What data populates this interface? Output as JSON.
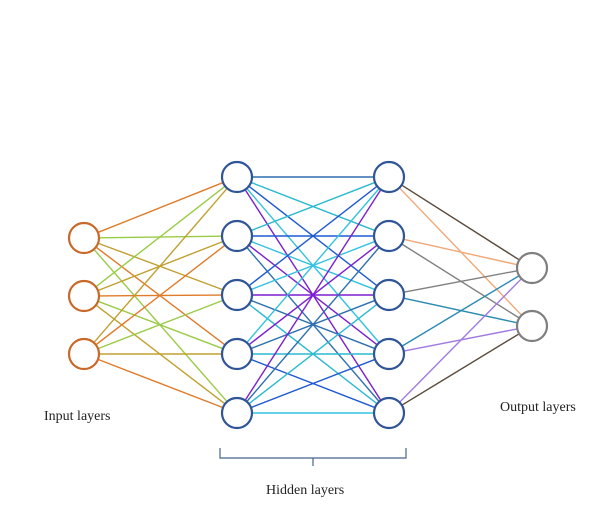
{
  "labels": {
    "input": "Input layers",
    "hidden": "Hidden layers",
    "output": "Output layers"
  },
  "colors": {
    "input_nodes": "#c8692a",
    "hidden_nodes": "#2f5597",
    "output_nodes": "#7f7f7f",
    "brace": "#44648c"
  },
  "layers": {
    "input": {
      "count": 3
    },
    "hidden1": {
      "count": 5
    },
    "hidden2": {
      "count": 5
    },
    "output": {
      "count": 2
    }
  },
  "edge_colors": {
    "input_to_hidden1": [
      "#e07b2a",
      "#9acb46",
      "#c0a030"
    ],
    "hidden1_to_hidden2": [
      "#2e6fb0",
      "#2bbad0",
      "#1f5bd0",
      "#34c2e0",
      "#7b1fd0"
    ],
    "hidden2_to_output": [
      "#5a4a3a",
      "#f0a878",
      "#808080",
      "#2a8ab0",
      "#a07ae0"
    ]
  }
}
